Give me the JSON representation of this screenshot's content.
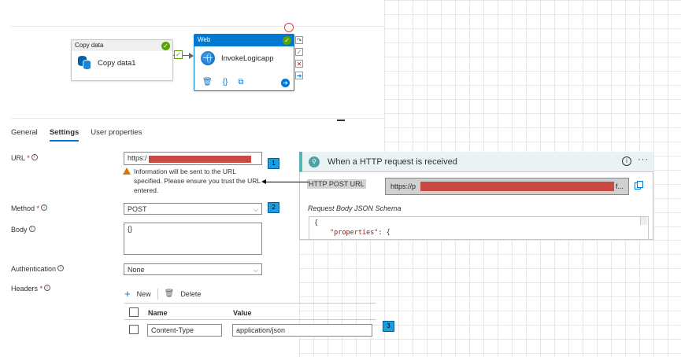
{
  "pipeline": {
    "copy_activity": {
      "type": "Copy data",
      "name": "Copy data1"
    },
    "web_activity": {
      "type": "Web",
      "name": "InvokeLogicapp"
    }
  },
  "tabs": [
    {
      "label": "General"
    },
    {
      "label": "Settings"
    },
    {
      "label": "User properties"
    }
  ],
  "form": {
    "url": {
      "label": "URL",
      "value_prefix": "https:/"
    },
    "warning": "Information will be sent to the URL specified. Please ensure you trust the URL entered.",
    "method": {
      "label": "Method",
      "value": "POST"
    },
    "body": {
      "label": "Body",
      "value": "{}"
    },
    "authentication": {
      "label": "Authentication",
      "value": "None"
    },
    "headers": {
      "label": "Headers",
      "new_label": "New",
      "delete_label": "Delete",
      "col_name": "Name",
      "col_value": "Value",
      "rows": [
        {
          "name": "Content-Type",
          "value": "application/json"
        }
      ]
    }
  },
  "badges": [
    "1",
    "2",
    "3"
  ],
  "logic_app": {
    "title": "When a HTTP request is received",
    "http_post_url_label": "HTTP POST URL",
    "http_post_url_prefix": "https://p",
    "http_post_url_suffix": "f...",
    "schema_label": "Request Body JSON Schema",
    "schema_line1": "{",
    "schema_key": "\"properties\"",
    "schema_line2_rest": ": {"
  },
  "colors": {
    "accent": "#0078d4",
    "success": "#57a300",
    "redaction": "#c84a43",
    "badge": "#1b9de2"
  }
}
